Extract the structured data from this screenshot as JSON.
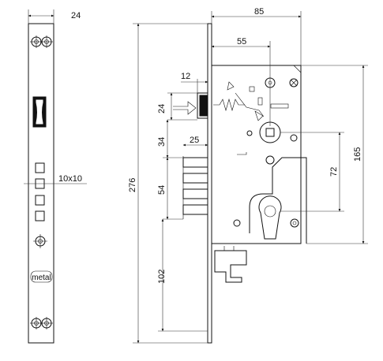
{
  "dimensions": {
    "faceplate_width": "24",
    "case_width": "85",
    "backset": "55",
    "latch_projection": "12",
    "latch_height": "24",
    "deadbolt_offset": "34",
    "deadbolt_projection": "25",
    "deadbolt_height": "54",
    "total_height": "276",
    "lower_distance": "102",
    "center_distance": "72",
    "case_height": "165",
    "square_spindle": "10x10"
  },
  "logo_text": "metal",
  "colors": {
    "line": "#111111",
    "background": "#ffffff"
  }
}
